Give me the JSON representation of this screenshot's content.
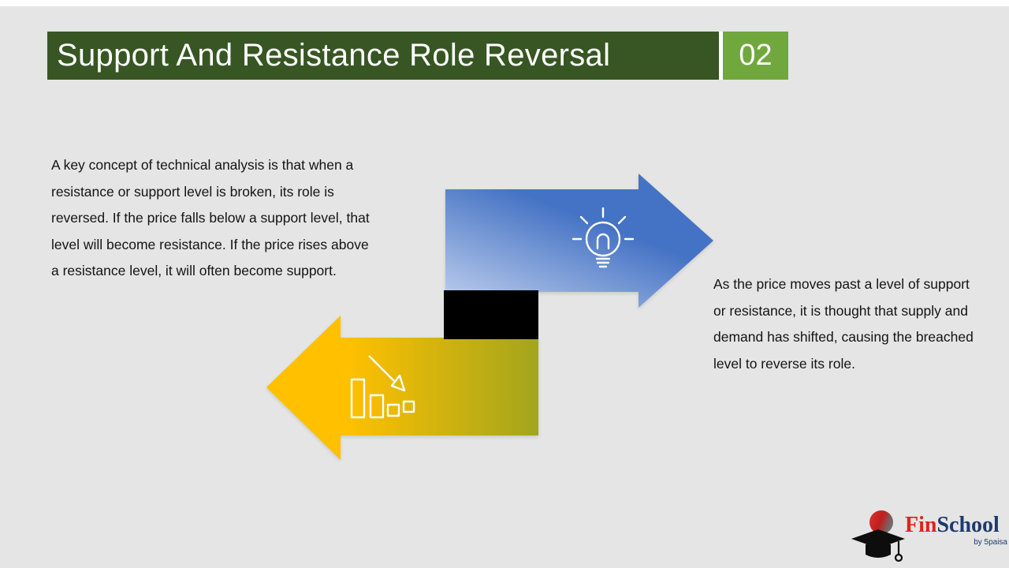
{
  "slide": {
    "background": "#e4e5e4",
    "top_strip_color": "#ffffff"
  },
  "header": {
    "title": "Support And Resistance Role Reversal",
    "number": "02",
    "bar_color": "#375623",
    "number_bg": "#70a83d",
    "text_color": "#ffffff"
  },
  "content": {
    "left_paragraph": "A key concept of technical analysis is that when a resistance or support level is broken, its role is reversed. If the price falls below a support level, that level will become resistance. If the price rises above a resistance level, it will often become support.",
    "right_paragraph": "As the price moves past a level of support or resistance, it is thought that supply and demand has shifted, causing the breached level to reverse its role."
  },
  "diagram": {
    "blue_arrow": {
      "direction": "right",
      "gradient_start": "#c3d2ee",
      "gradient_end": "#4472c4",
      "icon": "lightbulb-icon"
    },
    "yellow_arrow": {
      "direction": "left",
      "gradient_start": "#ffc000",
      "gradient_end": "#a2a51d",
      "icon": "declining-chart-icon"
    },
    "black_box_color": "#000000",
    "icon_stroke_color": "#ffffff"
  },
  "logo": {
    "fin": "Fin",
    "school": "School",
    "byline": "by 5paisa",
    "fin_color": "#e0231c",
    "school_color": "#1e3a6e"
  }
}
